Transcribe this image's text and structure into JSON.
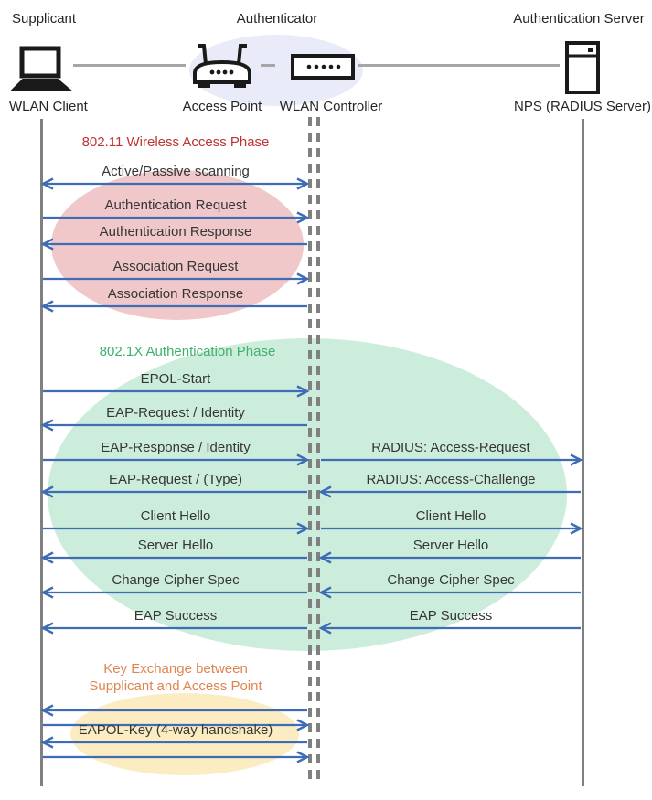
{
  "palette": {
    "arrow": "#3E6DB5",
    "lifeline": "#808080",
    "phase1_title_color": "#BE3432",
    "phase1_fill": "#F0C8C9",
    "phase2_title_color": "#3FB16C",
    "phase2_fill": "#CCEDDB",
    "phase3_title_color": "#E0854E",
    "phase3_fill": "#FCECC2",
    "authenticator_fill": "#E9ECF8",
    "icon_color": "#1A1A1A"
  },
  "header": {
    "roles": {
      "supplicant": "Supplicant",
      "authenticator": "Authenticator",
      "auth_server": "Authentication Server"
    },
    "devices": {
      "wlan_client": "WLAN Client",
      "access_point": "Access Point",
      "wlan_controller": "WLAN Controller",
      "nps": "NPS (RADIUS Server)"
    },
    "icons": [
      "laptop-icon",
      "access-point-icon",
      "wlan-controller-icon",
      "server-icon"
    ]
  },
  "phases": [
    {
      "title": "802.11 Wireless Access Phase"
    },
    {
      "title": "802.1X Authentication Phase"
    },
    {
      "title_line1": "Key Exchange between",
      "title_line2": "Supplicant and Access Point"
    }
  ],
  "messages": [
    {
      "lane": "left",
      "dir": "both",
      "label": "Active/Passive scanning"
    },
    {
      "lane": "left",
      "dir": "right",
      "label": "Authentication Request"
    },
    {
      "lane": "left",
      "dir": "left",
      "label": "Authentication Response"
    },
    {
      "lane": "left",
      "dir": "right",
      "label": "Association Request"
    },
    {
      "lane": "left",
      "dir": "left",
      "label": "Association Response"
    },
    {
      "lane": "left",
      "dir": "right",
      "label": "EPOL-Start"
    },
    {
      "lane": "left",
      "dir": "left",
      "label": "EAP-Request / Identity"
    },
    {
      "lane": "left",
      "dir": "right",
      "label": "EAP-Response / Identity"
    },
    {
      "lane": "right",
      "dir": "right",
      "label": "RADIUS: Access-Request"
    },
    {
      "lane": "left",
      "dir": "left",
      "label": "EAP-Request / (Type)"
    },
    {
      "lane": "right",
      "dir": "left",
      "label": "RADIUS: Access-Challenge"
    },
    {
      "lane": "left",
      "dir": "right",
      "label": "Client Hello"
    },
    {
      "lane": "right",
      "dir": "right",
      "label": "Client Hello"
    },
    {
      "lane": "left",
      "dir": "left",
      "label": "Server Hello"
    },
    {
      "lane": "right",
      "dir": "left",
      "label": "Server Hello"
    },
    {
      "lane": "left",
      "dir": "left",
      "label": "Change Cipher Spec"
    },
    {
      "lane": "right",
      "dir": "left",
      "label": "Change Cipher Spec"
    },
    {
      "lane": "left",
      "dir": "left",
      "label": "EAP Success"
    },
    {
      "lane": "right",
      "dir": "left",
      "label": "EAP Success"
    },
    {
      "lane": "left",
      "dir": "left",
      "label": ""
    },
    {
      "lane": "left",
      "dir": "right",
      "label": ""
    },
    {
      "lane": "left",
      "dir": "left",
      "label": "EAPOL-Key (4-way handshake)"
    },
    {
      "lane": "left",
      "dir": "right",
      "label": ""
    }
  ]
}
